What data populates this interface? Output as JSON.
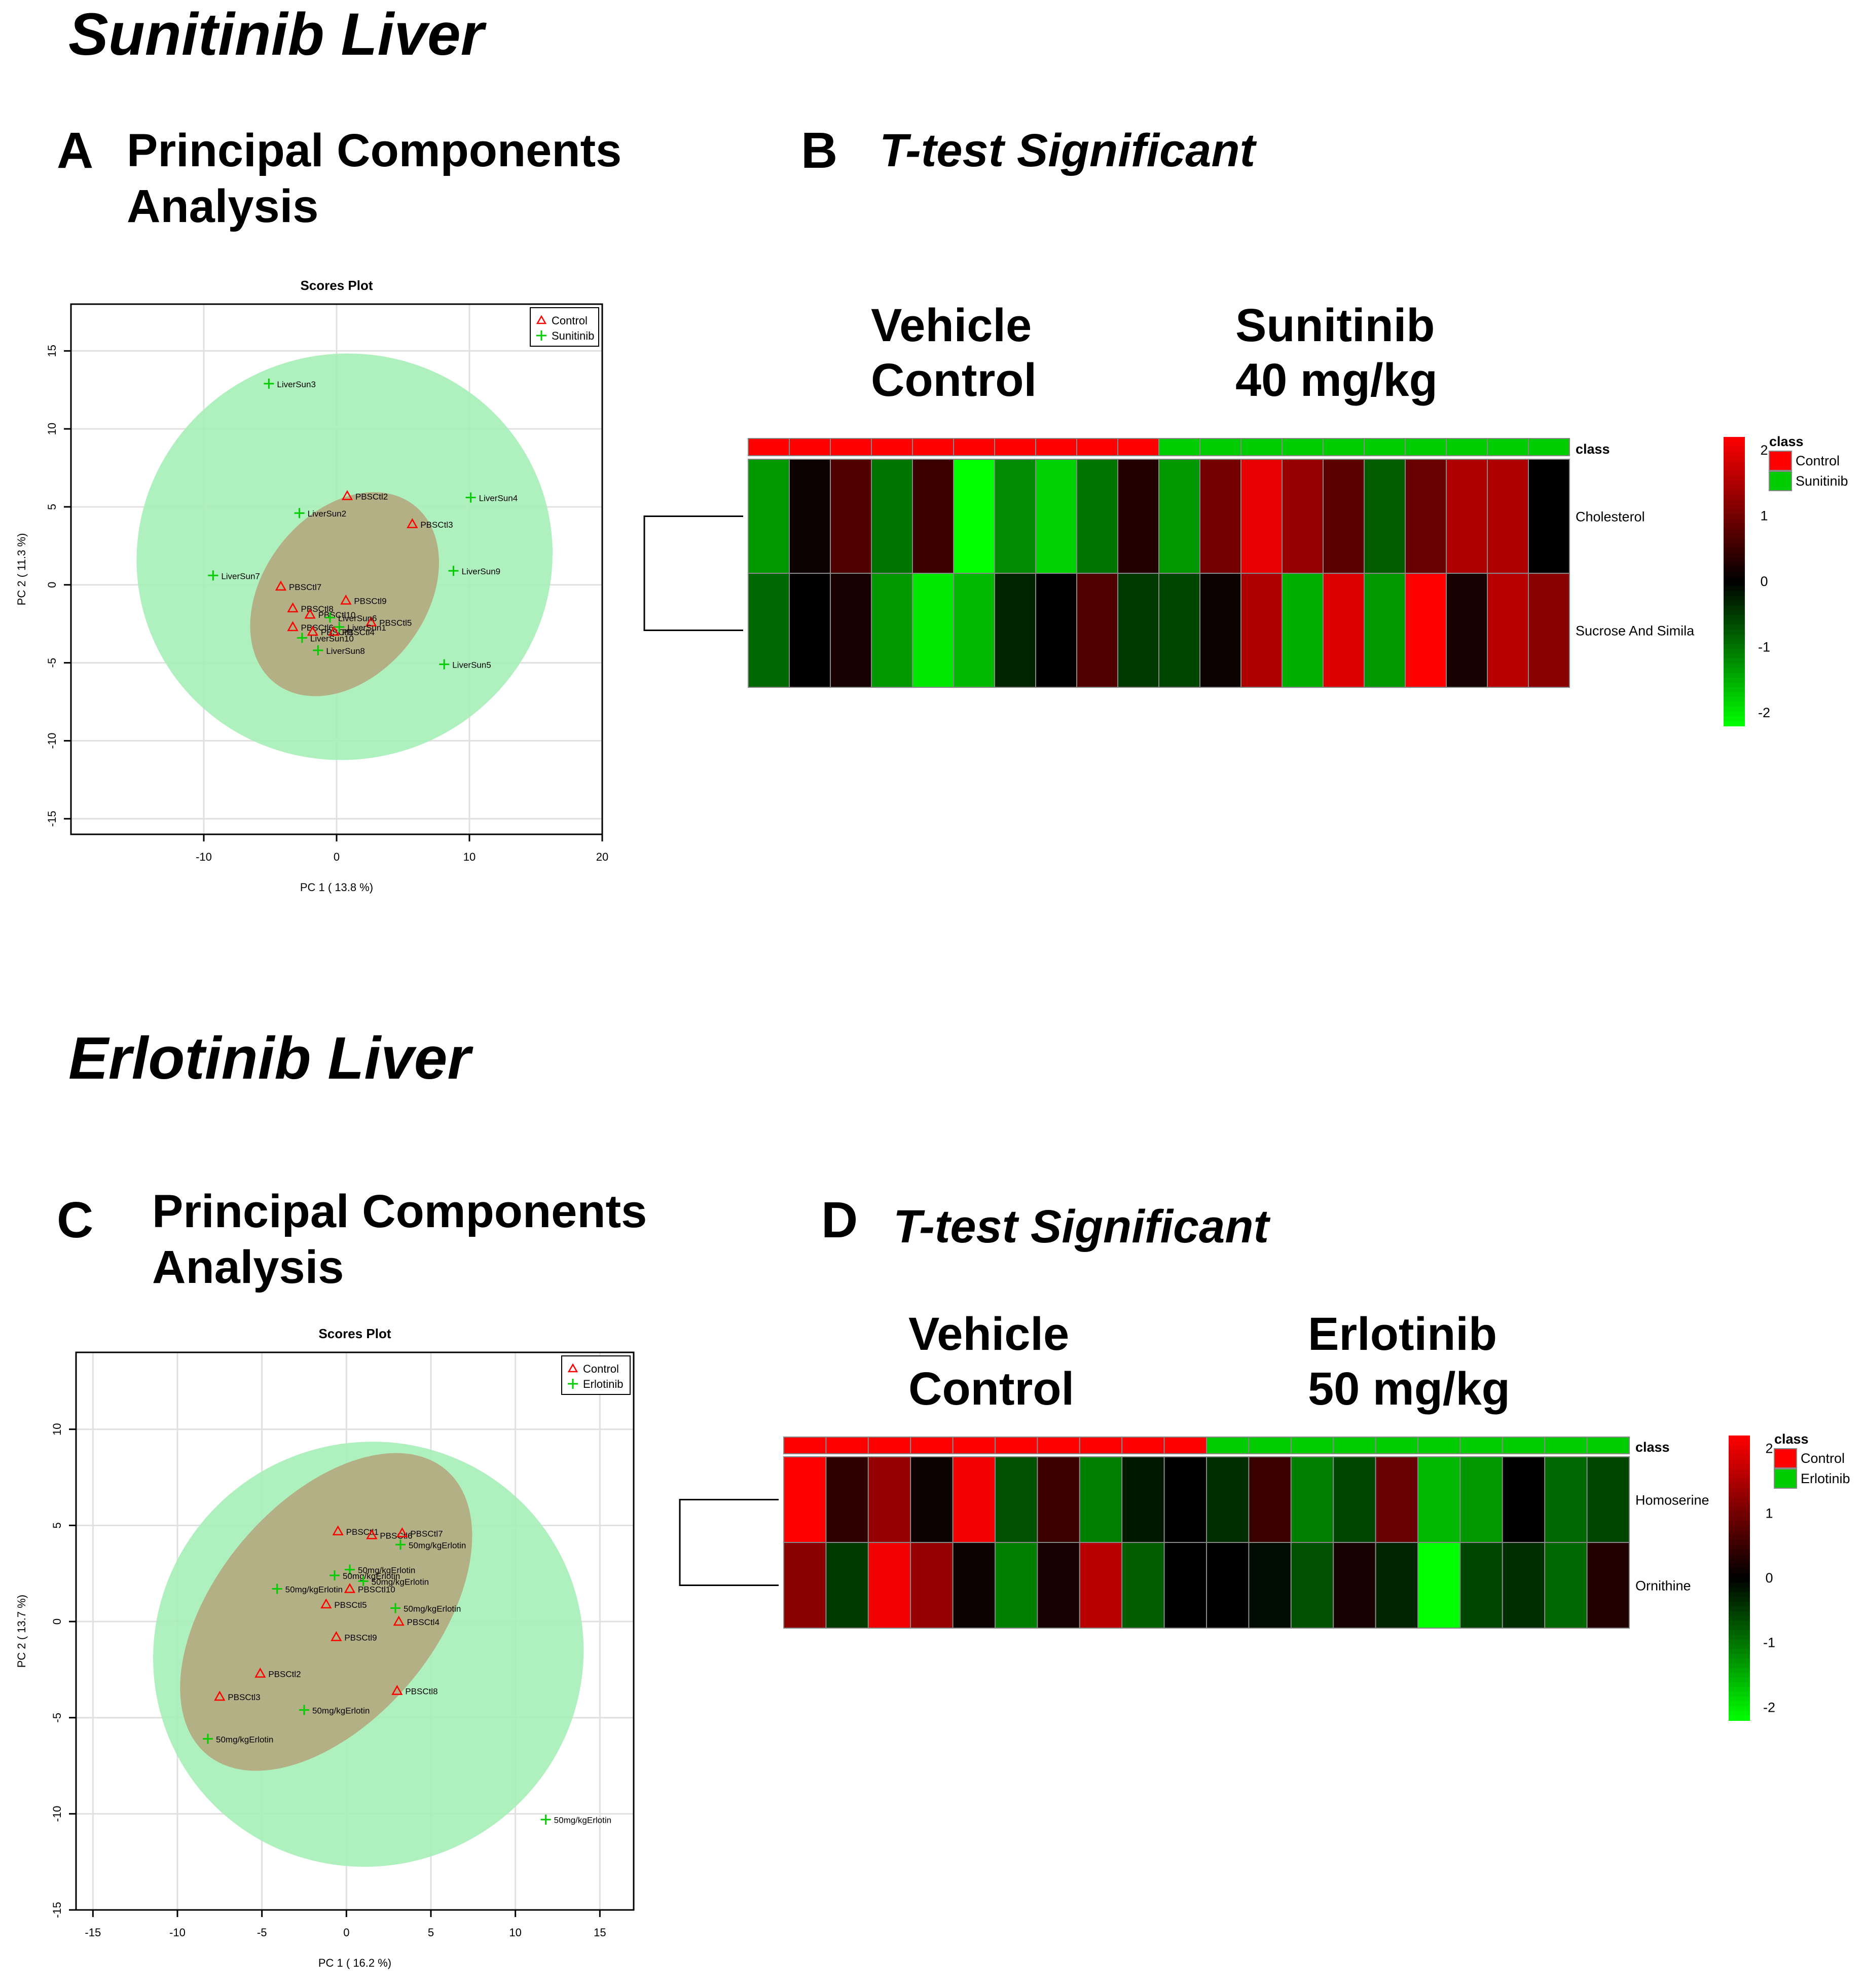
{
  "sections": {
    "top_title": "Sunitinib Liver",
    "bottom_title": "Erlotinib Liver"
  },
  "panels": {
    "A": {
      "letter": "A",
      "title_line1": "Principal Components",
      "title_line2": "Analysis"
    },
    "B": {
      "letter": "B",
      "title": "T-test Significant",
      "group1_line1": "Vehicle",
      "group1_line2": "Control",
      "group2_line1": "Sunitinib",
      "group2_line2": "40 mg/kg"
    },
    "C": {
      "letter": "C",
      "title_line1": "Principal Components",
      "title_line2": "Analysis"
    },
    "D": {
      "letter": "D",
      "title": "T-test Significant",
      "group1_line1": "Vehicle",
      "group1_line2": "Control",
      "group2_line1": "Erlotinib",
      "group2_line2": "50 mg/kg"
    }
  },
  "colors": {
    "control": "#ff0000",
    "treatment": "#00cc00",
    "ellipse_treatment": "#a6eeb8",
    "ellipse_control": "#b5a57a",
    "heat_high": "#ff0000",
    "heat_mid": "#000000",
    "heat_low": "#00ff00"
  },
  "chart_data": [
    {
      "type": "scatter",
      "title": "Scores Plot",
      "xlabel": "PC 1 ( 13.8 %)",
      "ylabel": "PC 2 ( 11.3 %)",
      "xlim": [
        -20,
        20
      ],
      "ylim": [
        -16,
        18
      ],
      "xticks": [
        -10,
        0,
        10,
        20
      ],
      "yticks": [
        -15,
        -10,
        -5,
        0,
        5,
        10,
        15
      ],
      "grid": true,
      "legend": {
        "position": "top-right",
        "entries": [
          "Control",
          "Sunitinib"
        ]
      },
      "ellipses": [
        {
          "group": "Sunitinib",
          "cx": 0.6,
          "cy": 1.8,
          "rx": 15.7,
          "ry": 13.0,
          "angle": 18
        },
        {
          "group": "Control",
          "cx": 0.6,
          "cy": -0.6,
          "rx": 8.5,
          "ry": 5.2,
          "angle": 52
        }
      ],
      "series": [
        {
          "name": "Control",
          "marker": "triangle",
          "points": [
            {
              "label": "PBSCtl2",
              "x": 0.8,
              "y": 5.7
            },
            {
              "label": "PBSCtl3",
              "x": 5.7,
              "y": 3.9
            },
            {
              "label": "PBSCtl7",
              "x": -4.2,
              "y": -0.1
            },
            {
              "label": "PBSCtl9",
              "x": 0.7,
              "y": -1.0
            },
            {
              "label": "PBSCtl8",
              "x": -3.3,
              "y": -1.5
            },
            {
              "label": "PBSCtl10",
              "x": -2.0,
              "y": -1.9
            },
            {
              "label": "PBSCtl5",
              "x": 2.6,
              "y": -2.4
            },
            {
              "label": "PBSCtl6",
              "x": -3.3,
              "y": -2.7
            },
            {
              "label": "PBSCtl1",
              "x": -1.8,
              "y": -3.0
            },
            {
              "label": "PBSCtl4",
              "x": -0.2,
              "y": -3.0
            }
          ]
        },
        {
          "name": "Sunitinib",
          "marker": "plus",
          "points": [
            {
              "label": "LiverSun3",
              "x": -5.1,
              "y": 12.9
            },
            {
              "label": "LiverSun4",
              "x": 10.1,
              "y": 5.6
            },
            {
              "label": "LiverSun2",
              "x": -2.8,
              "y": 4.6
            },
            {
              "label": "LiverSun7",
              "x": -9.3,
              "y": 0.6
            },
            {
              "label": "LiverSun9",
              "x": 8.8,
              "y": 0.9
            },
            {
              "label": "LiverSun6",
              "x": -0.5,
              "y": -2.1
            },
            {
              "label": "LiverSun1",
              "x": 0.2,
              "y": -2.7
            },
            {
              "label": "LiverSun10",
              "x": -2.6,
              "y": -3.4
            },
            {
              "label": "LiverSun8",
              "x": -1.4,
              "y": -4.2
            },
            {
              "label": "LiverSun5",
              "x": 8.1,
              "y": -5.1
            }
          ]
        }
      ]
    },
    {
      "type": "heatmap",
      "rows": [
        "Cholesterol",
        "Sucrose And Simila"
      ],
      "class_label": "class",
      "classes": [
        "Control",
        "Control",
        "Control",
        "Control",
        "Control",
        "Control",
        "Control",
        "Control",
        "Control",
        "Control",
        "Sunitinib",
        "Sunitinib",
        "Sunitinib",
        "Sunitinib",
        "Sunitinib",
        "Sunitinib",
        "Sunitinib",
        "Sunitinib",
        "Sunitinib",
        "Sunitinib"
      ],
      "values": [
        [
          -1.3,
          0.1,
          0.7,
          -1.0,
          0.5,
          -2.3,
          -1.2,
          -1.8,
          -1.0,
          0.3,
          -1.3,
          1.0,
          2.0,
          1.3,
          0.8,
          -0.8,
          0.9,
          1.5,
          1.5,
          0.0
        ],
        [
          -0.9,
          0.0,
          0.2,
          -1.3,
          -2.0,
          -1.6,
          -0.3,
          0.0,
          0.7,
          -0.5,
          -0.6,
          0.1,
          1.5,
          -1.5,
          1.9,
          -1.3,
          2.2,
          0.2,
          1.6,
          1.2
        ]
      ],
      "legend": {
        "title": "class",
        "entries": [
          "Control",
          "Sunitinib"
        ]
      },
      "colorbar": {
        "min": -2.2,
        "max": 2.2,
        "ticks": [
          2,
          1,
          0,
          -1,
          -2
        ]
      }
    },
    {
      "type": "scatter",
      "title": "Scores Plot",
      "xlabel": "PC 1 ( 16.2 %)",
      "ylabel": "PC 2 ( 13.7 %)",
      "xlim": [
        -16,
        17
      ],
      "ylim": [
        -15,
        14
      ],
      "xticks": [
        -15,
        -10,
        -5,
        0,
        5,
        10,
        15
      ],
      "yticks": [
        -15,
        -10,
        -5,
        0,
        5,
        10
      ],
      "grid": true,
      "legend": {
        "position": "top-right",
        "entries": [
          "Control",
          "Erlotinib"
        ]
      },
      "ellipses": [
        {
          "group": "Erlotinib",
          "cx": 1.3,
          "cy": -1.7,
          "rx": 12.8,
          "ry": 11.0,
          "angle": 28
        },
        {
          "group": "Control",
          "cx": -1.2,
          "cy": 0.5,
          "rx": 11.0,
          "ry": 5.7,
          "angle": 50
        }
      ],
      "series": [
        {
          "name": "Control",
          "marker": "triangle",
          "points": [
            {
              "label": "PBSCtl1",
              "x": -0.5,
              "y": 4.7
            },
            {
              "label": "PBSCtl6",
              "x": 1.5,
              "y": 4.5
            },
            {
              "label": "PBSCtl7",
              "x": 3.3,
              "y": 4.6
            },
            {
              "label": "PBSCtl10",
              "x": 0.2,
              "y": 1.7
            },
            {
              "label": "PBSCtl5",
              "x": -1.2,
              "y": 0.9
            },
            {
              "label": "PBSCtl4",
              "x": 3.1,
              "y": 0.0
            },
            {
              "label": "PBSCtl9",
              "x": -0.6,
              "y": -0.8
            },
            {
              "label": "PBSCtl2",
              "x": -5.1,
              "y": -2.7
            },
            {
              "label": "PBSCtl3",
              "x": -7.5,
              "y": -3.9
            },
            {
              "label": "PBSCtl8",
              "x": 3.0,
              "y": -3.6
            }
          ]
        },
        {
          "name": "Erlotinib",
          "marker": "plus",
          "points": [
            {
              "label": "50mg/kgErlotin",
              "x": 3.2,
              "y": 4.0
            },
            {
              "label": "50mg/kgErlotin",
              "x": 0.2,
              "y": 2.7
            },
            {
              "label": "50mg/kgErlotin",
              "x": -0.7,
              "y": 2.4
            },
            {
              "label": "50mg/kgErlotin",
              "x": 1.0,
              "y": 2.1
            },
            {
              "label": "50mg/kgErlotin",
              "x": -4.1,
              "y": 1.7
            },
            {
              "label": "50mg/kgErlotin",
              "x": 2.9,
              "y": 0.7
            },
            {
              "label": "50mg/kgErlotin",
              "x": -2.5,
              "y": -4.6
            },
            {
              "label": "50mg/kgErlotin",
              "x": -8.2,
              "y": -6.1
            },
            {
              "label": "50mg/kgErlotin",
              "x": 11.8,
              "y": -10.3
            }
          ]
        }
      ]
    },
    {
      "type": "heatmap",
      "rows": [
        "Homoserine",
        "Ornithine"
      ],
      "class_label": "class",
      "classes": [
        "Control",
        "Control",
        "Control",
        "Control",
        "Control",
        "Control",
        "Control",
        "Control",
        "Control",
        "Control",
        "Erlotinib",
        "Erlotinib",
        "Erlotinib",
        "Erlotinib",
        "Erlotinib",
        "Erlotinib",
        "Erlotinib",
        "Erlotinib",
        "Erlotinib",
        "Erlotinib"
      ],
      "values": [
        [
          2.2,
          0.4,
          1.3,
          0.1,
          2.1,
          -0.7,
          0.5,
          -1.1,
          -0.2,
          0.0,
          -0.4,
          0.5,
          -1.1,
          -0.6,
          0.9,
          -1.6,
          -1.3,
          0.0,
          -0.9,
          -0.6
        ],
        [
          1.2,
          -0.5,
          2.1,
          1.3,
          0.1,
          -1.1,
          0.2,
          1.6,
          -0.8,
          0.0,
          0.0,
          -0.1,
          -0.7,
          0.2,
          -0.3,
          -2.3,
          -0.6,
          -0.4,
          -0.9,
          0.3
        ]
      ],
      "legend": {
        "title": "class",
        "entries": [
          "Control",
          "Erlotinib"
        ]
      },
      "colorbar": {
        "min": -2.2,
        "max": 2.2,
        "ticks": [
          2,
          1,
          0,
          -1,
          -2
        ]
      }
    }
  ]
}
